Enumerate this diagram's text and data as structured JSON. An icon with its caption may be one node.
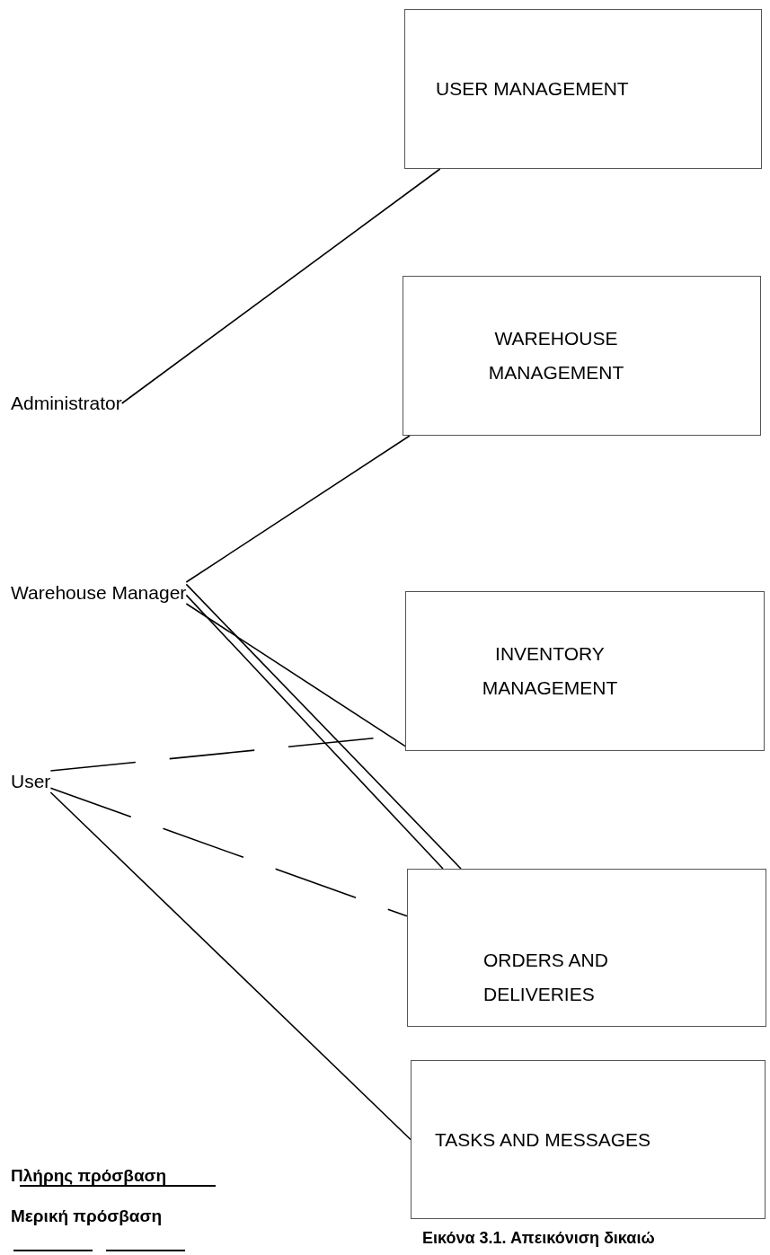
{
  "diagram": {
    "caption": "Εικόνα 3.1. Απεικόνιση δικαιώ",
    "nodes": [
      {
        "text": [
          "USER MANAGEMENT"
        ]
      },
      {
        "text": [
          "WAREHOUSE MANAGEMENT"
        ]
      },
      {
        "text": [
          "INVENTORY MANAGEMENT"
        ]
      },
      {
        "text": [
          "ORDERS AND DELIVERIES"
        ]
      },
      {
        "text": [
          "TASKS AND MESSAGES"
        ]
      },
      {
        "text": [
          "Administrator"
        ]
      },
      {
        "text": [
          "Warehouse Manager"
        ]
      },
      {
        "text": [
          "User"
        ]
      }
    ],
    "edges": [
      {
        "from": 5,
        "to": 0,
        "arrow": "none"
      },
      {
        "from": 6,
        "to": 1,
        "arrow": "none"
      },
      {
        "from": 6,
        "to": 3,
        "arrow": "none"
      },
      {
        "from": 6,
        "to": 3,
        "arrow": "none"
      },
      {
        "from": 6,
        "to": 2,
        "arrow": "none"
      },
      {
        "from": 7,
        "to": 2,
        "arrow": "none",
        "style": "dashed"
      },
      {
        "from": 7,
        "to": 3,
        "arrow": "none",
        "style": "dashed"
      },
      {
        "from": 7,
        "to": 4,
        "arrow": "none"
      }
    ],
    "legend": [
      {
        "text": "Πλήρης πρόσβαση"
      },
      {
        "text": "Μερική πρόσβαση"
      }
    ]
  }
}
